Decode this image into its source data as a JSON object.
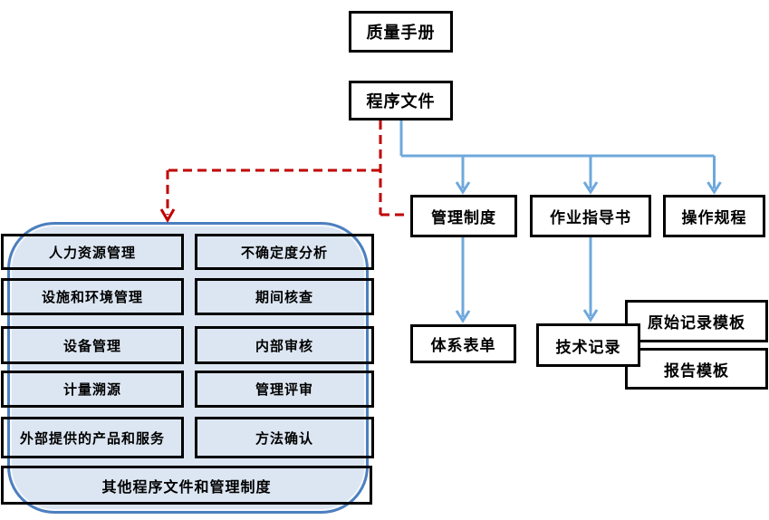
{
  "nodes": {
    "quality_manual": "质量手册",
    "procedure_documents": "程序文件",
    "management_system": "管理制度",
    "work_instruction": "作业指导书",
    "operating_procedure": "操作规程",
    "system_forms": "体系表单",
    "technical_records": "技术记录",
    "original_record_template": "原始记录模板",
    "report_template": "报告模板"
  },
  "procedure_groups": {
    "left_column": [
      "人力资源管理",
      "设施和环境管理",
      "设备管理",
      "计量溯源",
      "外部提供的产品和服务"
    ],
    "right_column": [
      "不确定度分析",
      "期间核查",
      "内部审核",
      "管理评审",
      "方法确认"
    ],
    "bottom_bar": "其他程序文件和管理制度"
  },
  "colors": {
    "blue_connector": "#6FA8DC",
    "red_connector": "#C00000",
    "container_fill": "#DCE6F2",
    "container_border": "#4C7FBF",
    "box_border": "#000000"
  }
}
